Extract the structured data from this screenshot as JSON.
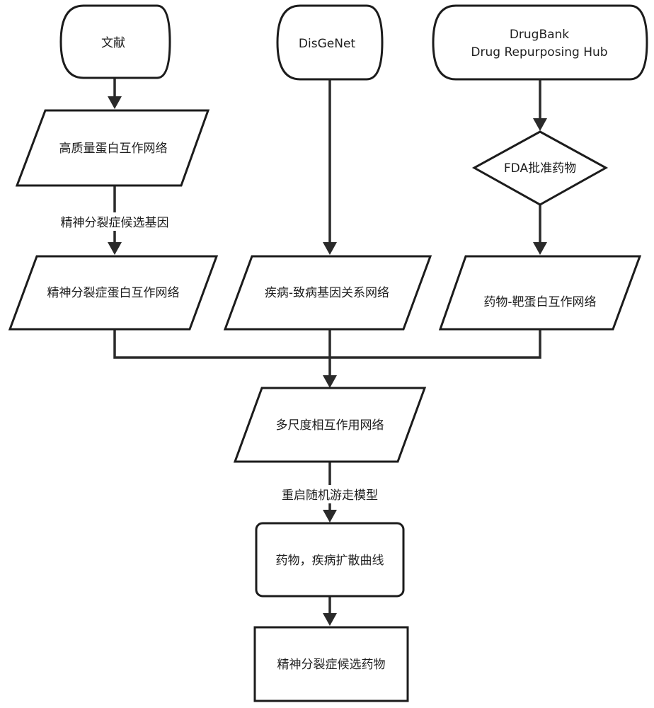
{
  "nodes": {
    "literature": "文献",
    "disgenet": "DisGeNet",
    "drugbank_1": "DrugBank",
    "drugbank_2": "Drug Repurposing Hub",
    "high_quality_ppi": "高质量蛋白互作网络",
    "fda_approved": "FDA批准药物",
    "scz_ppi": "精神分裂症蛋白互作网络",
    "disease_gene": "疾病-致病基因关系网络",
    "drug_target": "药物-靶蛋白互作网络",
    "multilayer": "多尺度相互作用网络",
    "diffusion": "药物，疾病扩散曲线",
    "candidates": "精神分裂症候选药物"
  },
  "edges": {
    "scz_candidate_genes": "精神分裂症候选基因",
    "rwr_model": "重启随机游走模型"
  }
}
